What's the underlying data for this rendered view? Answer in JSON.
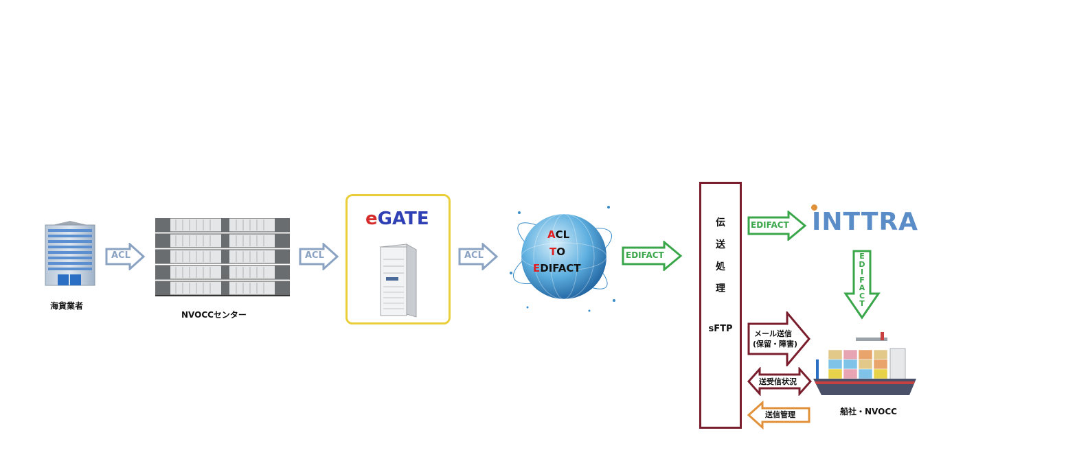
{
  "nodes": {
    "shipper": {
      "label": "海貨業者"
    },
    "nvocc_center": {
      "label": "NVOCCセンター"
    },
    "egate": {
      "title_e": "e",
      "title_rest": "GATE"
    },
    "converter": {
      "line1_first": "A",
      "line1_rest": "CL",
      "line2_first": "T",
      "line2_rest": "O",
      "line3_first": "E",
      "line3_rest": "DIFACT"
    },
    "transmission": {
      "chars": [
        "伝",
        "送",
        "処",
        "理"
      ],
      "protocol": "sFTP"
    },
    "inttra": {
      "logo_text": "INTTRA"
    },
    "carrier": {
      "label": "船社・NVOCC"
    }
  },
  "arrows": {
    "acl1": "ACL",
    "acl2": "ACL",
    "acl3": "ACL",
    "edifact_to_proc": "EDIFACT",
    "edifact_to_inttra": "EDIFACT",
    "edifact_down_chars": [
      "E",
      "D",
      "I",
      "F",
      "A",
      "C",
      "T"
    ],
    "mail_line1": "メール送信",
    "mail_line2": "(保留・障害)",
    "status": "送受信状況",
    "manage": "送信管理"
  },
  "colors": {
    "acl": "#8aa3c2",
    "edifact": "#3aa64a",
    "maroon": "#7a1e2e",
    "orange": "#e0913a",
    "egate_border": "#e8cf3a"
  }
}
